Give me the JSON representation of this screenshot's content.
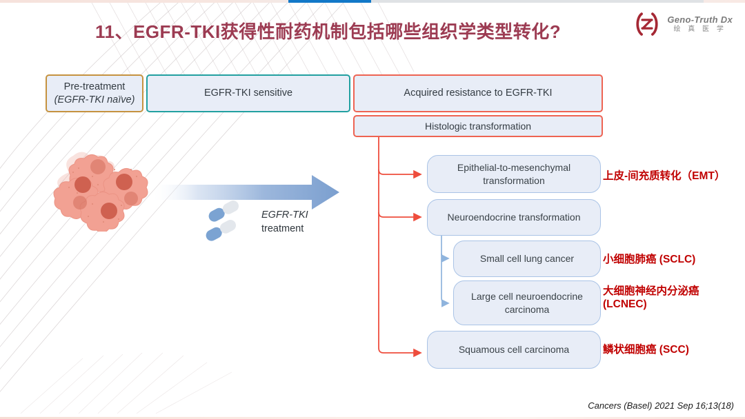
{
  "slide": {
    "title": "11、EGFR-TKI获得性耐药机制包括哪些组织学类型转化?",
    "title_color": "#9c3b52",
    "citation": "Cancers (Basel) 2021 Sep 16;13(18)"
  },
  "logo": {
    "name_en": "Geno-Truth Dx",
    "name_cn": "绘 真 医 学",
    "mark": "geno-truth-logo-icon",
    "color": "#a52834"
  },
  "progress": {
    "bar_color": "#1278c8",
    "track_color": "#dfe2e5"
  },
  "diagram": {
    "flow_boxes": [
      {
        "id": "pre-treatment",
        "line1": "Pre-treatment",
        "line2": "(EGFR-TKI naïve)",
        "border_color": "#c5923f"
      },
      {
        "id": "egfr-tki-sensitive",
        "label": "EGFR-TKI sensitive",
        "border_color": "#21a0a0"
      },
      {
        "id": "acquired-resistance",
        "label": "Acquired resistance to EGFR-TKI",
        "border_color": "#ee6352"
      },
      {
        "id": "histologic-transformation",
        "label": "Histologic transformation",
        "border_color": "#ee6352"
      }
    ],
    "outcome_boxes": [
      {
        "id": "emt",
        "label": "Epithelial-to-mesenchymal transformation"
      },
      {
        "id": "neuroendocrine",
        "label": "Neuroendocrine transformation"
      },
      {
        "id": "sclc",
        "label": "Small cell lung cancer"
      },
      {
        "id": "lcnec",
        "label": "Large cell neuroendocrine carcinoma"
      },
      {
        "id": "scc",
        "label": "Squamous cell carcinoma"
      }
    ],
    "annotations": [
      {
        "id": "emt-annotation",
        "text": "上皮-间充质转化（EMT）"
      },
      {
        "id": "sclc-annotation",
        "text": "小细胞肺癌 (SCLC)"
      },
      {
        "id": "lcnec-annotation",
        "text": "大细胞神经内分泌癌\n(LCNEC)"
      },
      {
        "id": "scc-annotation",
        "text": "鳞状细胞癌 (SCC)"
      }
    ],
    "treatment": {
      "line1": "EGFR-TKI",
      "line2": "treatment",
      "icon": "capsule-pills-icon"
    },
    "tumor_icon": "tumor-cell-cluster-icon",
    "arrow_icon": "rightward-gradient-arrow-icon",
    "box_fill": "#e8edf7",
    "outcome_border": "#a9c3e6",
    "connector_red": "#ee4d3d",
    "connector_blue": "#8fb4dd"
  }
}
